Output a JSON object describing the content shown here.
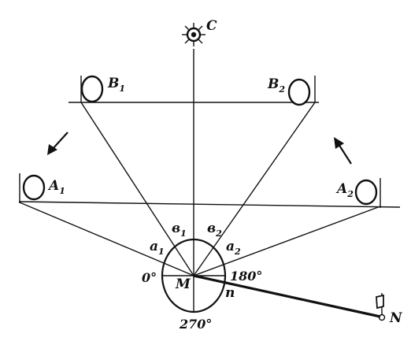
{
  "diagram": {
    "labels": {
      "sun": "C",
      "b1": {
        "main": "B",
        "sub": "1"
      },
      "b2": {
        "main": "B",
        "sub": "2"
      },
      "a1": {
        "main": "A",
        "sub": "1"
      },
      "a2": {
        "main": "A",
        "sub": "2"
      },
      "v1": {
        "main": "в",
        "sub": "1"
      },
      "v2": {
        "main": "в",
        "sub": "2"
      },
      "lower_a1": {
        "main": "a",
        "sub": "1"
      },
      "lower_a2": {
        "main": "a",
        "sub": "2"
      },
      "center": "M",
      "deg0": "0°",
      "deg180": "180°",
      "deg270": "270°",
      "n_small": "n",
      "n_big": "N"
    },
    "colors": {
      "ink": "#111111",
      "background": "#ffffff"
    },
    "icons": {
      "sun": "sun-icon",
      "flag": "flag-icon",
      "arrow_left": "arrow-down-left-icon",
      "arrow_right": "arrow-up-left-icon"
    }
  }
}
